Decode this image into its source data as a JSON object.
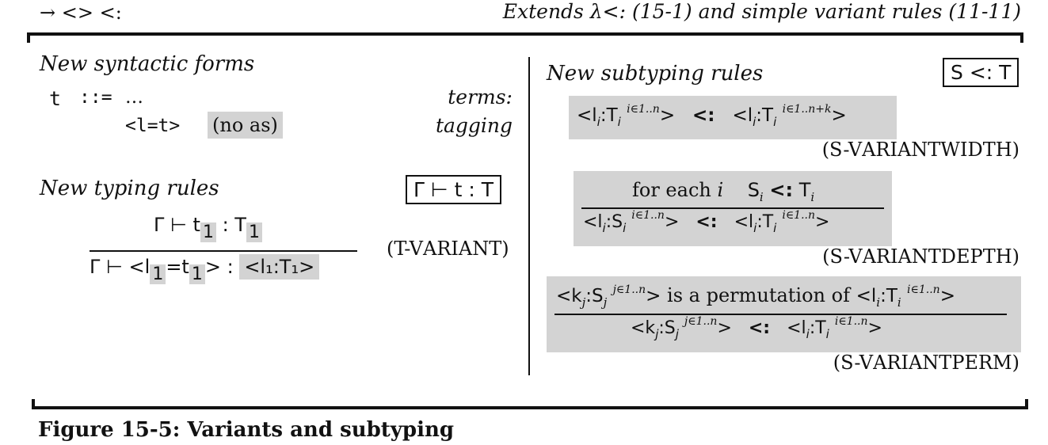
{
  "header": {
    "left_symbols": "→ <> <:",
    "right_text": "Extends λ<: (15-1) and simple variant rules (11-11)"
  },
  "syntax": {
    "heading": "New syntactic forms",
    "t": "t",
    "defn": "::=",
    "ellipsis": "…",
    "terms_label": "terms:",
    "tag_form": "<l=t>",
    "no_as": "(no as)",
    "tagging_label": "tagging"
  },
  "typing": {
    "heading": "New typing rules",
    "judgment": "Γ ⊢ t : T",
    "premise_pre": "Γ ⊢ t",
    "premise_mid": " : T",
    "one": "1",
    "conclusion_pre": "Γ ⊢ <l",
    "conclusion_eq": "=t",
    "conclusion_post": "> :",
    "conclusion_type": "<l₁:T₁>",
    "rule_name_first": "(T-V",
    "rule_name_rest": "ARIANT)"
  },
  "subtyping": {
    "heading": "New subtyping rules",
    "judgment": "S <: T",
    "width": {
      "lhs": "<l",
      "i": "i",
      "colon_t": ":T",
      "range_n": "i∈1..n",
      "close": ">",
      "subop": "<:",
      "range_nk": "i∈1..n+k",
      "name_first": "(S-V",
      "name_rest": "ARIANTWIDTH)"
    },
    "depth": {
      "for_each": "for each",
      "i": "i",
      "S": "S",
      "subop": "<:",
      "T": "T",
      "lhs": "<l",
      "colon_s": ":S",
      "colon_t": ":T",
      "range_n": "i∈1..n",
      "close": ">",
      "name_first": "(S-V",
      "name_rest": "ARIANTDEPTH)"
    },
    "perm": {
      "k": "<k",
      "j": "j",
      "colon_s": ":S",
      "range_j": "j∈1..n",
      "close": ">",
      "is_perm": " is a permutation of ",
      "l": "<l",
      "i": "i",
      "colon_t": ":T",
      "range_i": "i∈1..n",
      "subop": "<:",
      "name_first": "(S-V",
      "name_rest": "ARIANTPERM)"
    }
  },
  "caption": "Figure 15-5: Variants and subtyping"
}
